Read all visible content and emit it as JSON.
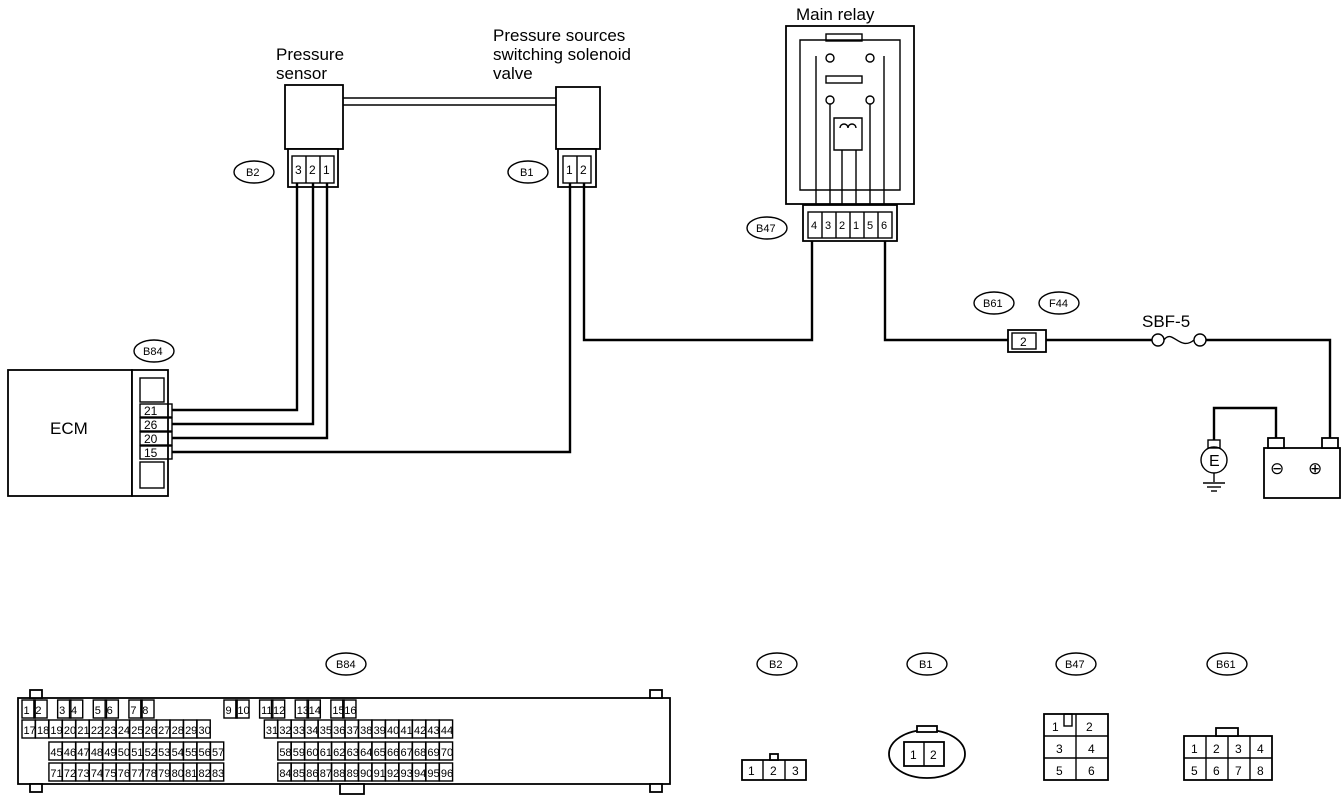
{
  "components": {
    "ecm": "ECM",
    "pressure_sensor": [
      "Pressure",
      "sensor"
    ],
    "solenoid_valve": [
      "Pressure sources",
      "switching solenoid",
      "valve"
    ],
    "main_relay": "Main relay",
    "fuse": "SBF-5",
    "ground": "E",
    "battery_minus": "⊖",
    "battery_plus": "⊕"
  },
  "connector_ids": {
    "b84": "B84",
    "b2": "B2",
    "b1": "B1",
    "b47": "B47",
    "b61": "B61",
    "f44": "F44"
  },
  "ecm_pins": [
    "21",
    "26",
    "20",
    "15"
  ],
  "b2_pins": [
    "3",
    "2",
    "1"
  ],
  "b1_pins": [
    "1",
    "2"
  ],
  "b47_pins": [
    "4",
    "3",
    "2",
    "1",
    "5",
    "6"
  ],
  "b61_f44_pin": "2",
  "connector_faces": {
    "b84": {
      "label": "B84",
      "row1": [
        "1",
        "2",
        "3",
        "4",
        "5",
        "6",
        "7",
        "8",
        "9",
        "10",
        "11",
        "12",
        "13",
        "14",
        "15",
        "16"
      ],
      "row2": [
        "17",
        "18",
        "19",
        "20",
        "21",
        "22",
        "23",
        "24",
        "25",
        "26",
        "27",
        "28",
        "29",
        "30",
        "31",
        "32",
        "33",
        "34",
        "35",
        "36",
        "37",
        "38",
        "39",
        "40",
        "41",
        "42",
        "43",
        "44"
      ],
      "row3": [
        "45",
        "46",
        "47",
        "48",
        "49",
        "50",
        "51",
        "52",
        "53",
        "54",
        "55",
        "56",
        "57",
        "58",
        "59",
        "60",
        "61",
        "62",
        "63",
        "64",
        "65",
        "66",
        "67",
        "68",
        "69",
        "70"
      ],
      "row4": [
        "71",
        "72",
        "73",
        "74",
        "75",
        "76",
        "77",
        "78",
        "79",
        "80",
        "81",
        "82",
        "83",
        "84",
        "85",
        "86",
        "87",
        "88",
        "89",
        "90",
        "91",
        "92",
        "93",
        "94",
        "95",
        "96"
      ]
    },
    "b2": {
      "label": "B2",
      "pins": [
        "1",
        "2",
        "3"
      ]
    },
    "b1": {
      "label": "B1",
      "pins": [
        "1",
        "2"
      ]
    },
    "b47": {
      "label": "B47",
      "pins": [
        "1",
        "2",
        "3",
        "4",
        "5",
        "6"
      ]
    },
    "b61": {
      "label": "B61",
      "pins": [
        "1",
        "2",
        "3",
        "4",
        "5",
        "6",
        "7",
        "8"
      ]
    }
  }
}
